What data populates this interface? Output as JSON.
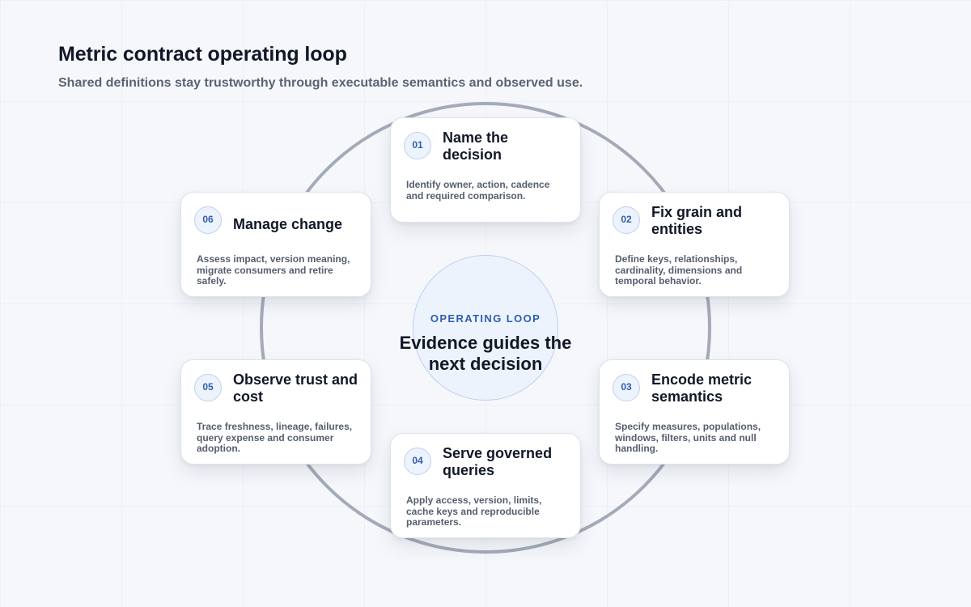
{
  "header": {
    "title": "Metric contract operating loop",
    "subtitle": "Shared definitions stay trustworthy through executable semantics and observed use."
  },
  "center": {
    "kicker": "OPERATING LOOP",
    "text": "Evidence guides the next decision"
  },
  "steps": [
    {
      "number": "01",
      "title": "Name the decision",
      "description": "Identify owner, action, cadence and required comparison."
    },
    {
      "number": "02",
      "title": "Fix grain and entities",
      "description": "Define keys, relationships, cardinality, dimensions and temporal behavior."
    },
    {
      "number": "03",
      "title": "Encode metric semantics",
      "description": "Specify measures, populations, windows, filters, units and null handling."
    },
    {
      "number": "04",
      "title": "Serve governed queries",
      "description": "Apply access, version, limits, cache keys and reproducible parameters."
    },
    {
      "number": "05",
      "title": "Observe trust and cost",
      "description": "Trace freshness, lineage, failures, query expense and consumer adoption."
    },
    {
      "number": "06",
      "title": "Manage change",
      "description": "Assess impact, version meaning, migrate consumers and retire safely."
    }
  ],
  "colors": {
    "accent": "#2e5fae",
    "ring": "#a4abb8",
    "badge_fill": "#edf3fd",
    "badge_border": "#bcd0ee"
  }
}
